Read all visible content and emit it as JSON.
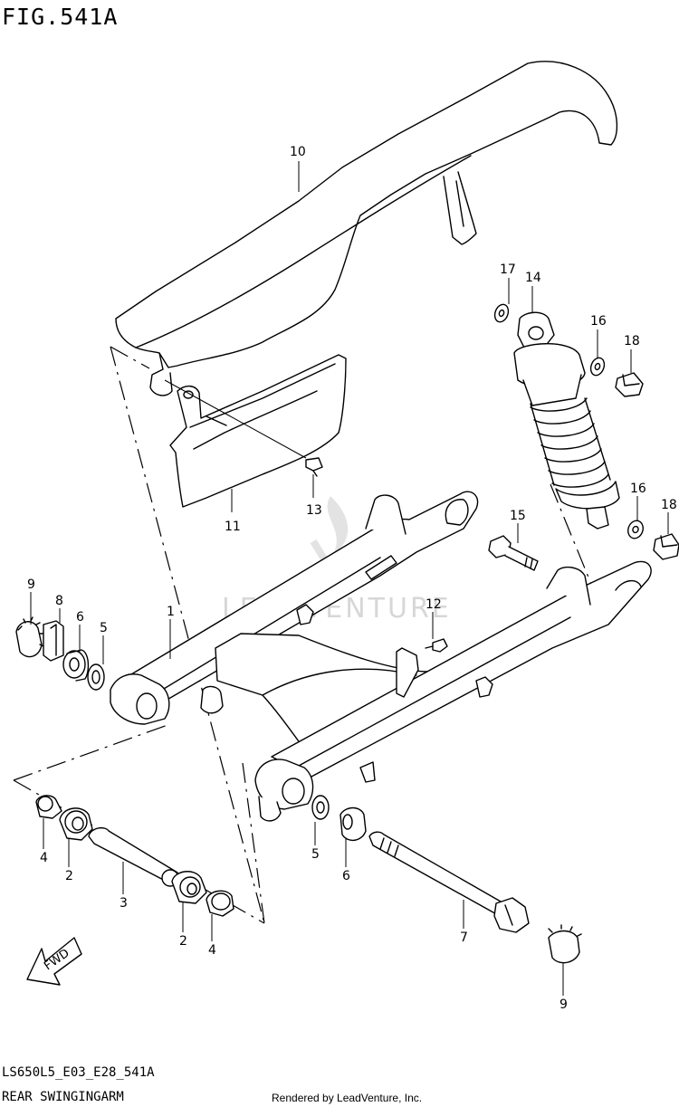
{
  "figure": {
    "title": "FIG.541A",
    "code": "LS650L5_E03_E28_541A",
    "name": "REAR SWINGINGARM",
    "credit": "Rendered by LeadVenture, Inc.",
    "watermark": "LEADVENTURE",
    "fwd_label": "FWD"
  },
  "callouts": {
    "c1": "1",
    "c2a": "2",
    "c2b": "2",
    "c3": "3",
    "c4a": "4",
    "c4b": "4",
    "c5a": "5",
    "c5b": "5",
    "c6a": "6",
    "c6b": "6",
    "c7": "7",
    "c8": "8",
    "c9a": "9",
    "c9b": "9",
    "c10": "10",
    "c11": "11",
    "c12": "12",
    "c13": "13",
    "c14": "14",
    "c15": "15",
    "c16a": "16",
    "c16b": "16",
    "c17": "17",
    "c18a": "18",
    "c18b": "18"
  }
}
